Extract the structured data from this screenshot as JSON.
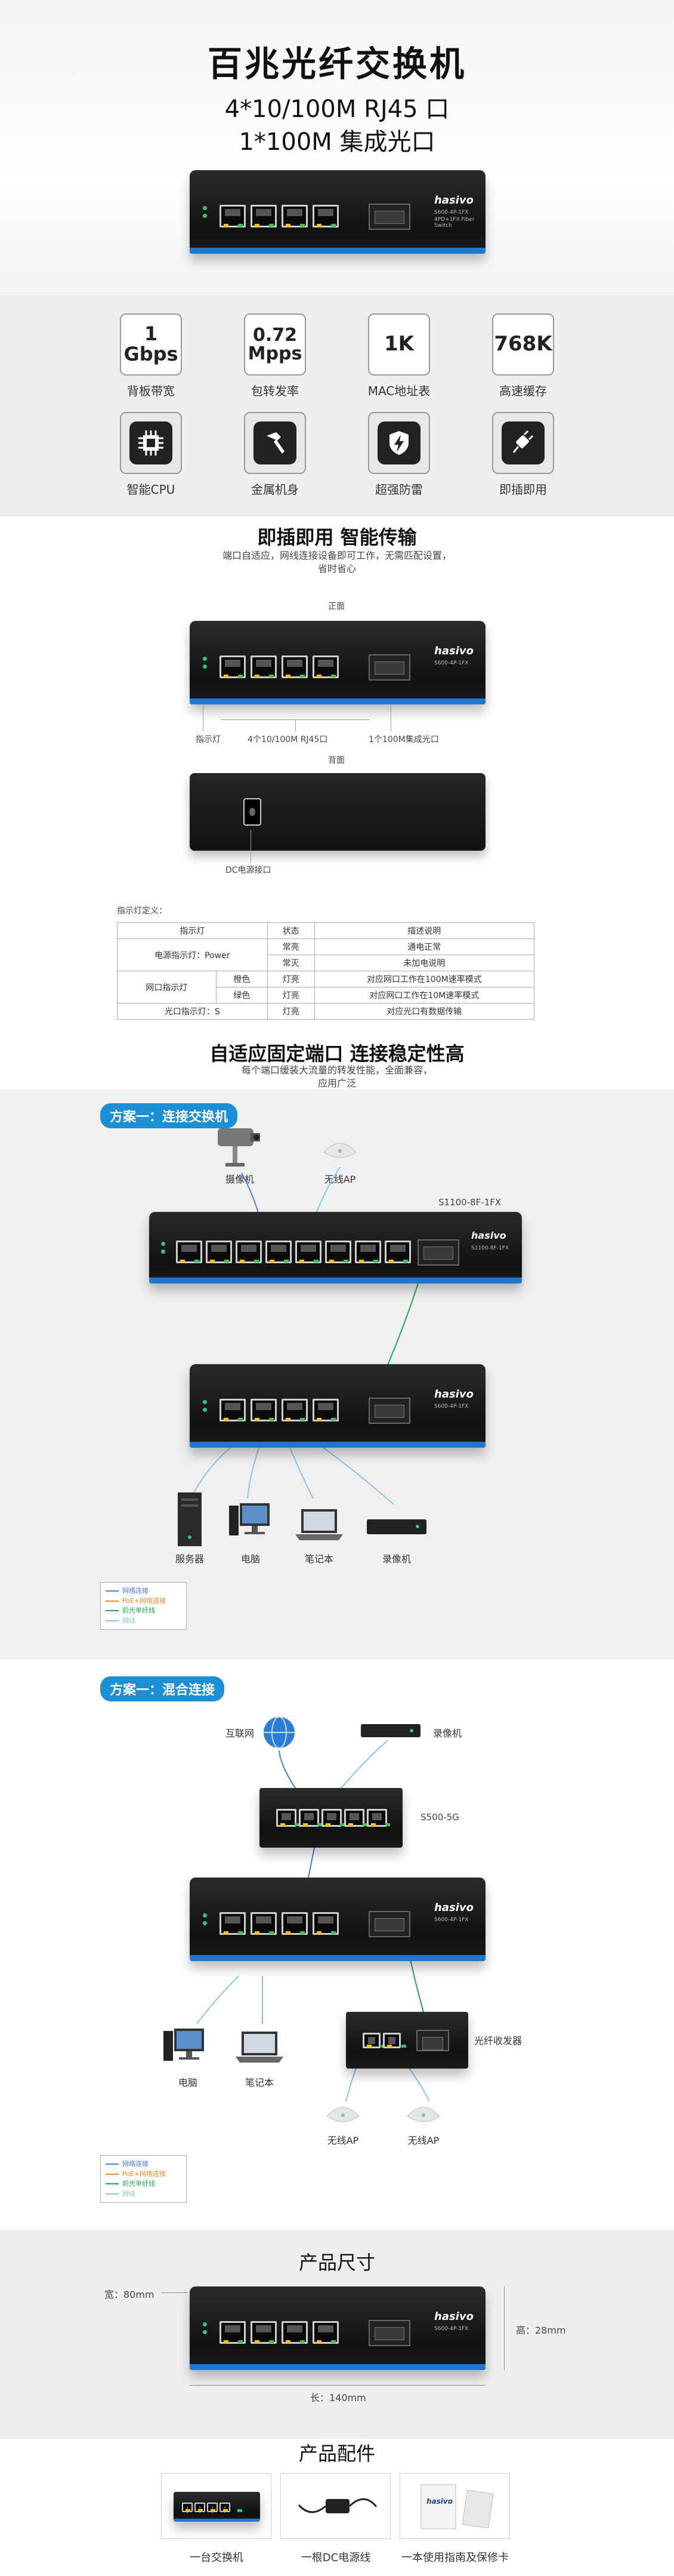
{
  "hero": {
    "title": "百兆光纤交换机",
    "subtitle1": "4*10/100M RJ45 口",
    "subtitle2": "1*100M 集成光口"
  },
  "device": {
    "brand": "hasivo",
    "model_line1": "S600-4P-1FX",
    "model_line2": "4PD+1FX Fiber Switch"
  },
  "features": [
    {
      "value": "1\nGbps",
      "label": "背板带宽"
    },
    {
      "value": "0.72\nMpps",
      "label": "包转发率"
    },
    {
      "value": "1K",
      "label": "MAC地址表"
    },
    {
      "value": "768K",
      "label": "高速缓存"
    },
    {
      "icon": "cpu-icon",
      "label": "智能CPU"
    },
    {
      "icon": "hammer-icon",
      "label": "金属机身"
    },
    {
      "icon": "lightning-shield-icon",
      "label": "超强防雷"
    },
    {
      "icon": "plug-icon",
      "label": "即插即用"
    }
  ],
  "plug_section": {
    "title": "即插即用 智能传输",
    "desc_line1": "端口自适应，网线连接设备即可工作，无需匹配设置，",
    "desc_line2": "省时省心",
    "front_label": "正面",
    "back_label": "背面",
    "callout_led": "指示灯",
    "callout_rj45": "4个10/100M RJ45口",
    "callout_fiber": "1个100M集成光口",
    "callout_dc": "DC电源接口",
    "table_caption": "指示灯定义：",
    "table_header": [
      "指示灯",
      "状态",
      "描述说明"
    ],
    "rows": [
      {
        "a": "电源指示灯：Power",
        "b": "常亮",
        "c": "通电正常"
      },
      {
        "a": "",
        "b": "常灭",
        "c": "未加电说明"
      },
      {
        "a": "网口指示灯",
        "a2": "橙色",
        "b": "灯亮",
        "c": "对应网口工作在100M速率模式"
      },
      {
        "a": "",
        "a2": "绿色",
        "b": "灯亮",
        "c": "对应网口工作在10M速率模式"
      },
      {
        "a": "光口指示灯：S",
        "b": "灯亮",
        "c": "对应光口有数据传输"
      }
    ]
  },
  "adapt_section": {
    "title": "自适应固定端口 连接稳定性高",
    "desc_line1": "每个端口缓装大流量的转发性能，全面兼容，",
    "desc_line2": "应用广泛",
    "scheme1": "方案一：连接交换机",
    "camera": "摄像机",
    "wireless_ap": "无线AP",
    "big_model": "S1100-8F-1FX",
    "server": "服务器",
    "pc": "电脑",
    "laptop": "笔记本",
    "recorder": "录像机",
    "legend": [
      {
        "text": "网络连接",
        "color": "#4a7de0"
      },
      {
        "text": "PoE+网络连接",
        "color": "#f08a2a"
      },
      {
        "text": "前光单纤线",
        "color": "#22a94f"
      },
      {
        "text": "网线",
        "color": "#88c3ef"
      }
    ]
  },
  "mixed_section": {
    "scheme2": "方案一：混合连接",
    "internet": "互联网",
    "recorder": "录像机",
    "small_model": "S500-5G",
    "pc": "电脑",
    "laptop": "笔记本",
    "transceiver": "光纤收发器",
    "ap1": "无线AP",
    "ap2": "无线AP"
  },
  "dimension": {
    "title": "产品尺寸",
    "width": "宽：80mm",
    "height": "高：28mm",
    "length": "长：140mm"
  },
  "accessories": {
    "title": "产品配件",
    "items": [
      "一台交换机",
      "一根DC电源线",
      "一本使用指南及保修卡"
    ]
  },
  "colors": {
    "accent_blue": "#1a8fd6",
    "stripe_blue": "#1f77d0"
  }
}
